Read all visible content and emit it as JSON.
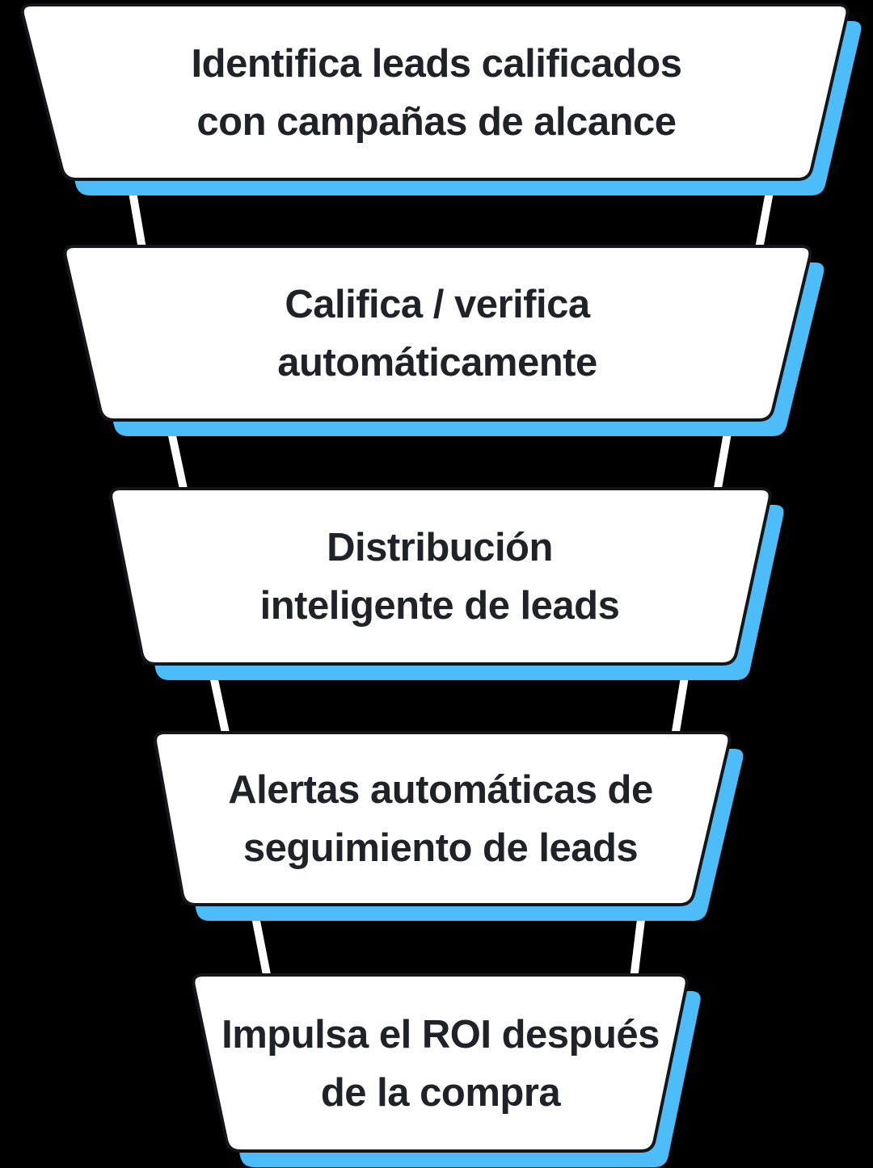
{
  "funnel": {
    "steps": [
      {
        "line1": "Identifica leads calificados",
        "line2": "con campañas de alcance"
      },
      {
        "line1": "Califica / verifica",
        "line2": "automáticamente"
      },
      {
        "line1": "Distribución",
        "line2": "inteligente de leads"
      },
      {
        "line1": "Alertas automáticas de",
        "line2": "seguimiento de leads"
      },
      {
        "line1": "Impulsa el ROI después",
        "line2": "de la compra"
      }
    ],
    "colors": {
      "background": "#000000",
      "shape_fill": "#ffffff",
      "shape_border": "#14161a",
      "shadow": "#4cbdf9",
      "connector": "#ffffff",
      "text": "#1f2228"
    }
  }
}
